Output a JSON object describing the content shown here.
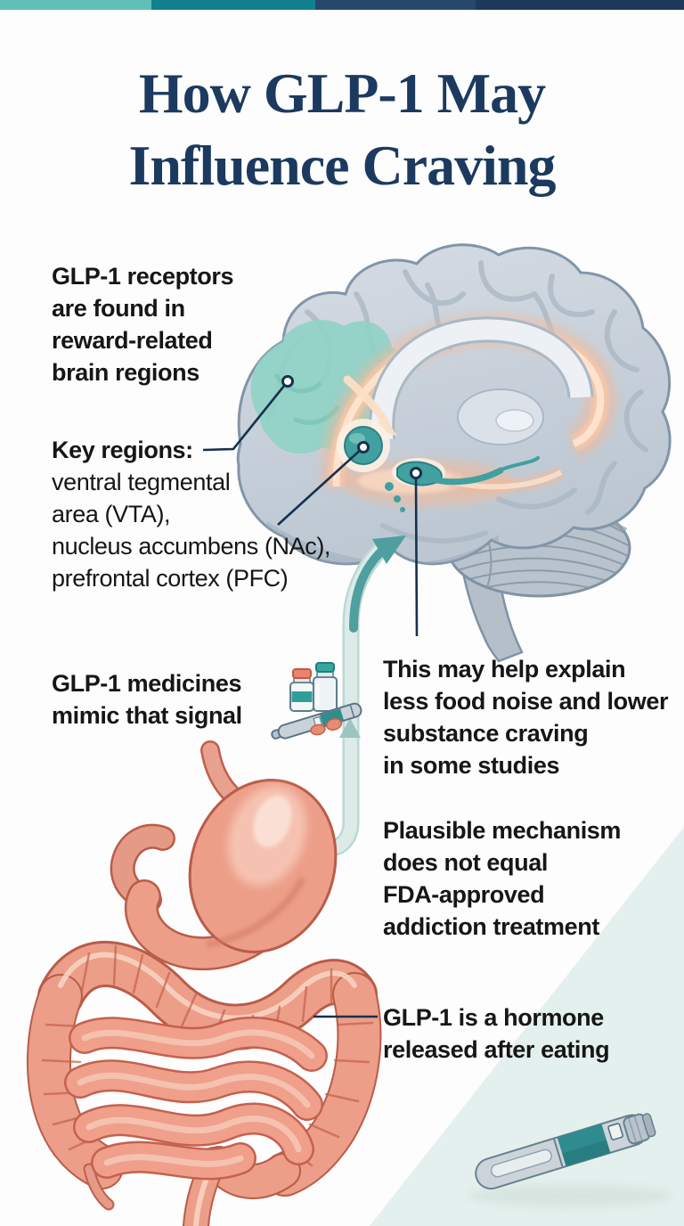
{
  "palette": {
    "bar1": "#5ec0b8",
    "bar2": "#12808f",
    "bar3": "#26496b",
    "bar4": "#1d3a5c",
    "title": "#1c3a5f",
    "text": "#161616",
    "line": "#16324f",
    "mint": "#e4f0ed",
    "arrow": "#4f9fa0",
    "band": "#dcebe8",
    "bandEdge": "#bcd8d3",
    "organ": "#ec9e88",
    "organOutline": "#b95c49",
    "brain": "#cad2db",
    "brainOutline": "#8295a8",
    "pfcTeal": "#8fd2c5",
    "nucleusTeal": "#41a0a0",
    "glowPeach": "#f6b795"
  },
  "title": {
    "line1": "How GLP-1 May",
    "line2": "Influence Craving"
  },
  "annotations": {
    "receptors": {
      "lines": [
        "GLP-1 receptors",
        "are found in",
        "reward-related",
        "brain regions"
      ]
    },
    "key_regions": {
      "heading": "Key regions:",
      "lines": [
        "ventral tegmental",
        "area (VTA),",
        "nucleus accumbens (NAc),",
        "prefrontal cortex (PFC)"
      ]
    },
    "medicines": {
      "lines": [
        "GLP-1 medicines",
        "mimic that signal"
      ]
    },
    "explain": {
      "lines": [
        "This may help explain",
        "less food noise and lower",
        "substance craving",
        "in some studies"
      ]
    },
    "caution": {
      "lines": [
        "Plausible mechanism",
        "does not equal",
        "FDA-approved",
        "addiction treatment"
      ]
    },
    "hormone": {
      "lines": [
        "GLP-1 is a hormone",
        "released after eating"
      ]
    }
  },
  "illustrations": {
    "brain": "brain-sagittal-illustration",
    "pfc_region": "prefrontal-cortex-highlight",
    "nac_region": "nucleus-accumbens-highlight",
    "vta_region": "ventral-tegmental-area-highlight",
    "reward_pathway": "reward-pathway-glow",
    "signal_arrow": "gut-to-brain-arrow",
    "medication": "glp1-vials-and-pen",
    "stomach": "stomach-illustration",
    "intestines": "intestines-illustration",
    "pen": "injection-pen-illustration"
  }
}
